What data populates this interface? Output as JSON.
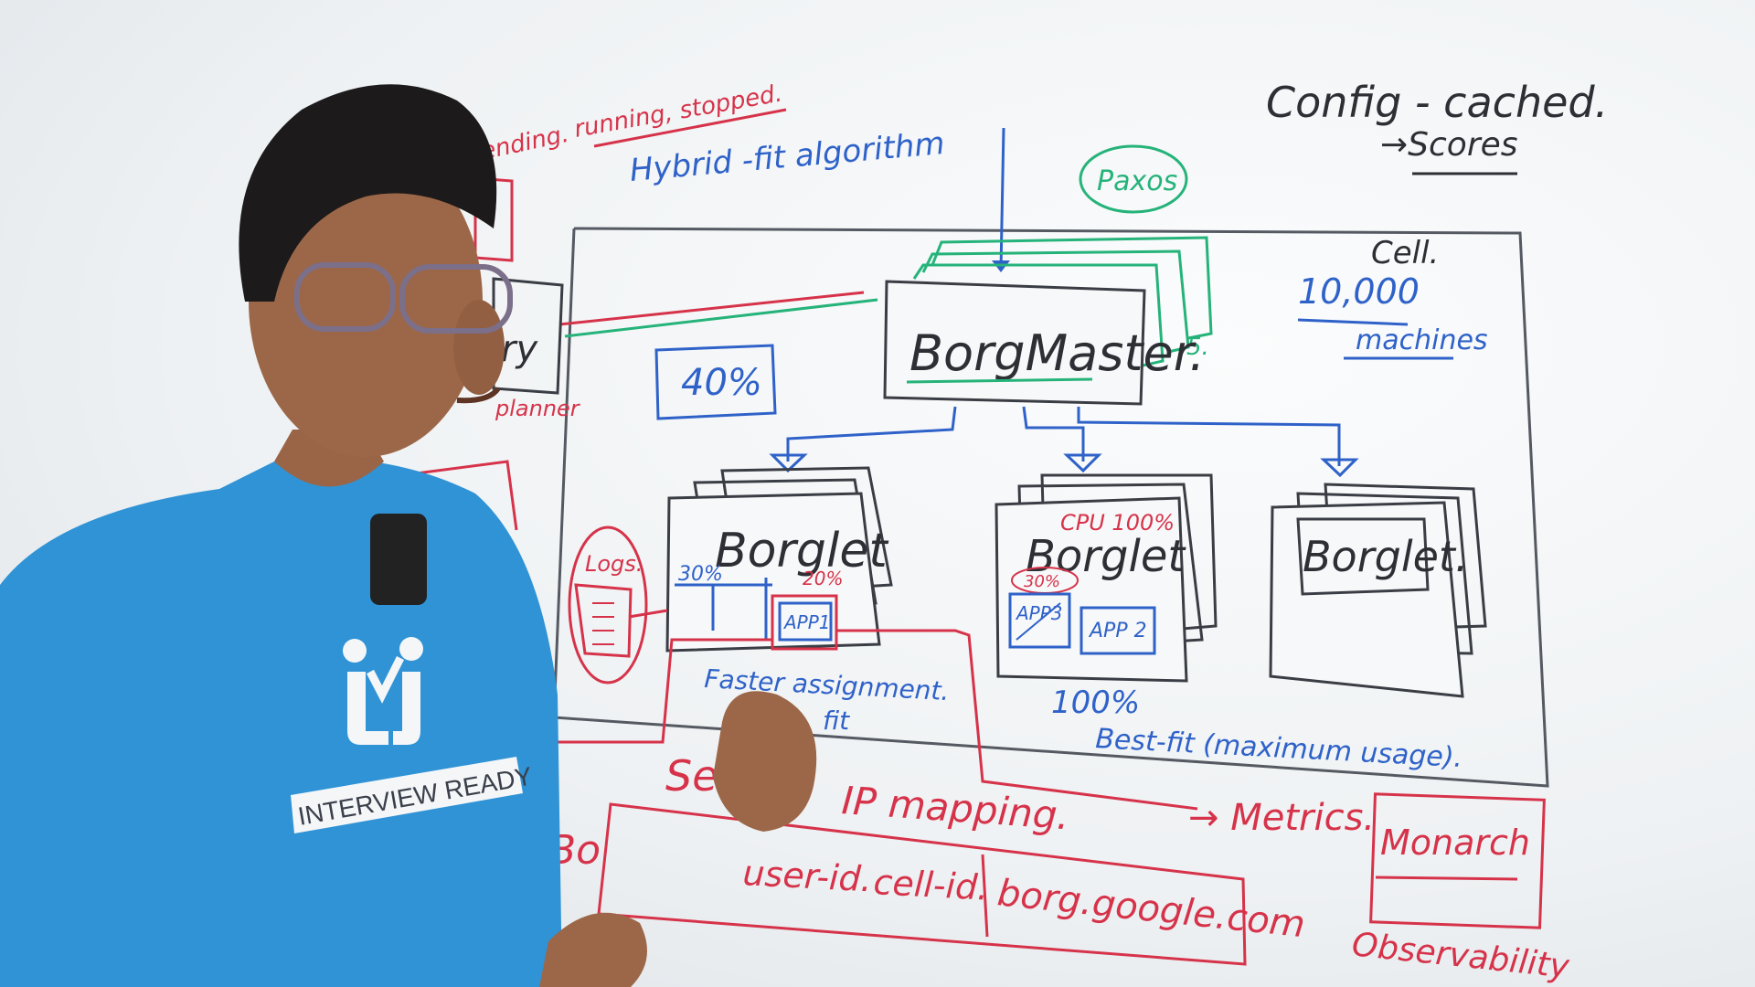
{
  "board": {
    "state_labels": {
      "pending": "pending.",
      "running_stopped": "running, stopped."
    },
    "hybrid_fit": "Hybrid -fit algorithm",
    "config_cached": "Config - cached.",
    "scores": "→Scores",
    "paxos": "Paxos",
    "cell": "Cell.",
    "cell_size": "10,000",
    "machines": "machines",
    "borgmaster": "BorgMaster.",
    "replicas_count": "5.",
    "usage_40": "40%",
    "planner": "planner",
    "scheduler_partial": "ry",
    "borglets": [
      {
        "label": "Borglet",
        "cpu": "",
        "usage_a": "30%",
        "usage_b": "20%",
        "app_a": "APP1",
        "app_b": ""
      },
      {
        "label": "Borglet",
        "cpu": "CPU 100%",
        "usage_a": "30%",
        "usage_b": "",
        "app_a": "APP3",
        "app_b": "APP 2"
      },
      {
        "label": "Borglet.",
        "cpu": "",
        "usage_a": "",
        "usage_b": "",
        "app_a": "",
        "app_b": ""
      }
    ],
    "logs": "Logs.",
    "faster_assignment": "Faster assignment.",
    "fit_partial": "fit",
    "usage_100": "100%",
    "best_fit": "Best-fit (maximum usage).",
    "service_partial": "Se",
    "ip_mapping": "IP mapping.",
    "metrics": "→ Metrics.",
    "monarch": "Monarch",
    "observability": "Observability",
    "bo_partial": "Bo",
    "dns_user": "user-id.",
    "dns_cell": "cell-id.",
    "dns_domain": "borg.google.com"
  },
  "presenter": {
    "shirt_brand": "INTERVIEW READY",
    "shirt_color": "#2f93d6"
  }
}
